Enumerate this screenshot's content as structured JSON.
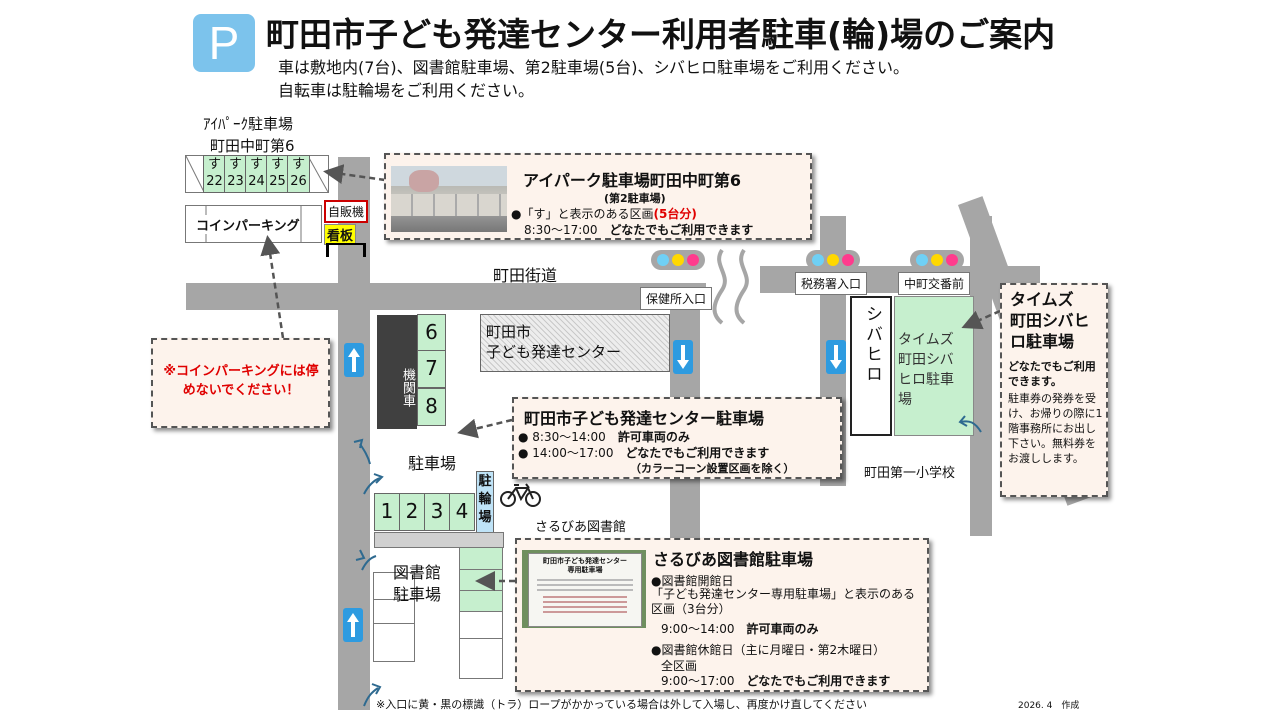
{
  "header": {
    "p_icon": "P",
    "title": "町田市子ども発達センター利用者駐車(輪)場のご案内",
    "line1": "車は敷地内(7台)、図書館駐車場、第2駐車場(5台)、シバヒロ駐車場をご利用ください。",
    "line2": "自転車は駐輪場をご利用ください。"
  },
  "map": {
    "ipark_label1": "ｱｲﾊﾟｰｸ駐車場",
    "ipark_label2": "町田中町第6",
    "su_prefix": "す",
    "su_numbers": [
      "22",
      "23",
      "24",
      "25",
      "26"
    ],
    "coin_parking": "コインパーキング",
    "vending": "自販機",
    "signboard": "看板",
    "road_name": "町田街道",
    "hokenjo": "保健所入口",
    "zeimusho": "税務署入口",
    "nakamachi": "中町交番前",
    "center_building": "町田市\n子ども発達センター",
    "machine_room": "機関車",
    "stalls_right": [
      "6",
      "7",
      "8"
    ],
    "stalls_bottom": [
      "1",
      "2",
      "3",
      "4"
    ],
    "bike_parking": "駐輪場",
    "parking_lot": "駐車場",
    "sarubia": "さるびあ図書館",
    "library_parking": "図書館\n駐車場",
    "shibahiro": "シバヒロ",
    "times_lot": "タイムズ\n町田シバ\nヒロ駐車\n場",
    "school": "町田第一小学校",
    "footer_note": "※入口に黄・黒の標識（トラ）ロープがかかっている場合は外して入場し、再度かけ直してください",
    "date": "2026. 4　作成"
  },
  "callouts": {
    "ipark": {
      "title": "アイパーク駐車場町田中町第6",
      "subtitle": "(第2駐車場)",
      "line1": "●「す」と表示のある区画",
      "line1_red": "(5台分)",
      "line2_time": "8:30～17:00",
      "line2_text": "どなたでもご利用できます"
    },
    "coin_warning": {
      "text": "※コインパーキングには停めないでください！"
    },
    "center": {
      "title": "町田市子ども発達センター駐車場",
      "line1_time": "●  8:30～14:00",
      "line1_text": "許可車両のみ",
      "line2_time": "●  14:00～17:00",
      "line2_text": "どなたでもご利用できます",
      "line3": "（カラーコーン設置区画を除く）"
    },
    "times": {
      "title": "タイムズ\n町田シバヒ\nロ駐車場",
      "bold_text": "どなたでもご利用できます。",
      "text": "駐車券の発券を受け、お帰りの際に1階事務所にお出し下さい。無料券をお渡しします。"
    },
    "library": {
      "title": "さるびあ図書館駐車場",
      "open_day": "●図書館開館日",
      "open_desc": "「子ども発達センター専用駐車場」と表示のある区画（3台分）",
      "open_time": "9:00～14:00",
      "open_text": "許可車両のみ",
      "closed_day": "●図書館休館日（主に月曜日・第2木曜日）",
      "closed_area": "全区画",
      "closed_time": "9:00～17:00",
      "closed_text": "どなたでもご利用できます",
      "photo_sign_title": "町田市子ども発達センター\n専用駐車場"
    }
  },
  "colors": {
    "p_icon_bg": "#7cc3ec",
    "stall_green": "#c6efce",
    "road": "#a6a6a6",
    "callout_bg": "#fdf3ec",
    "red_text": "#e00000",
    "arrow_blue": "#2e9be0"
  }
}
